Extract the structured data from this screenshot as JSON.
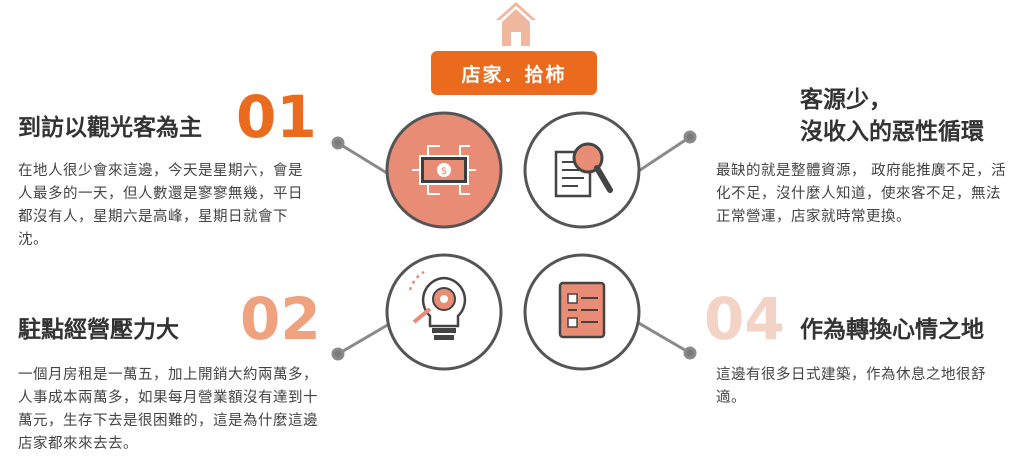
{
  "title": "店家．拾柿",
  "colors": {
    "accent": "#ea6a1e",
    "salmon": "#e88c76",
    "light_salmon": "#f0b79f",
    "pale": "#f3d3c5",
    "ring": "#6b6b6b"
  },
  "items": [
    {
      "number": "01",
      "heading": "到訪以觀光客為主",
      "body": "在地人很少會來這邊，今天是星期六，會是人最多的一天，但人數還是寥寥無幾，平日都沒有人，星期六是高峰，星期日就會下沈。",
      "icon": "money-chip-icon"
    },
    {
      "number": "",
      "heading_line1": "客源少，",
      "heading_line2": "沒收入的惡性循環",
      "body": "最缺的就是整體資源， 政府能推廣不足，活化不足，沒什麼人知道，使來客不足，無法正常營運，店家就時常更換。",
      "icon": "magnifier-document-icon"
    },
    {
      "number": "02",
      "heading": "駐點經營壓力大",
      "body": "一個月房租是一萬五，加上開銷大約兩萬多，人事成本兩萬多，如果每月營業額沒有達到十萬元，生存下去是很困難的，這是為什麼這邊店家都來來去去。",
      "icon": "lightbulb-gear-icon"
    },
    {
      "number": "04",
      "heading": "作為轉換心情之地",
      "body": "這邊有很多日式建築，作為休息之地很舒適。",
      "icon": "checklist-icon"
    }
  ]
}
